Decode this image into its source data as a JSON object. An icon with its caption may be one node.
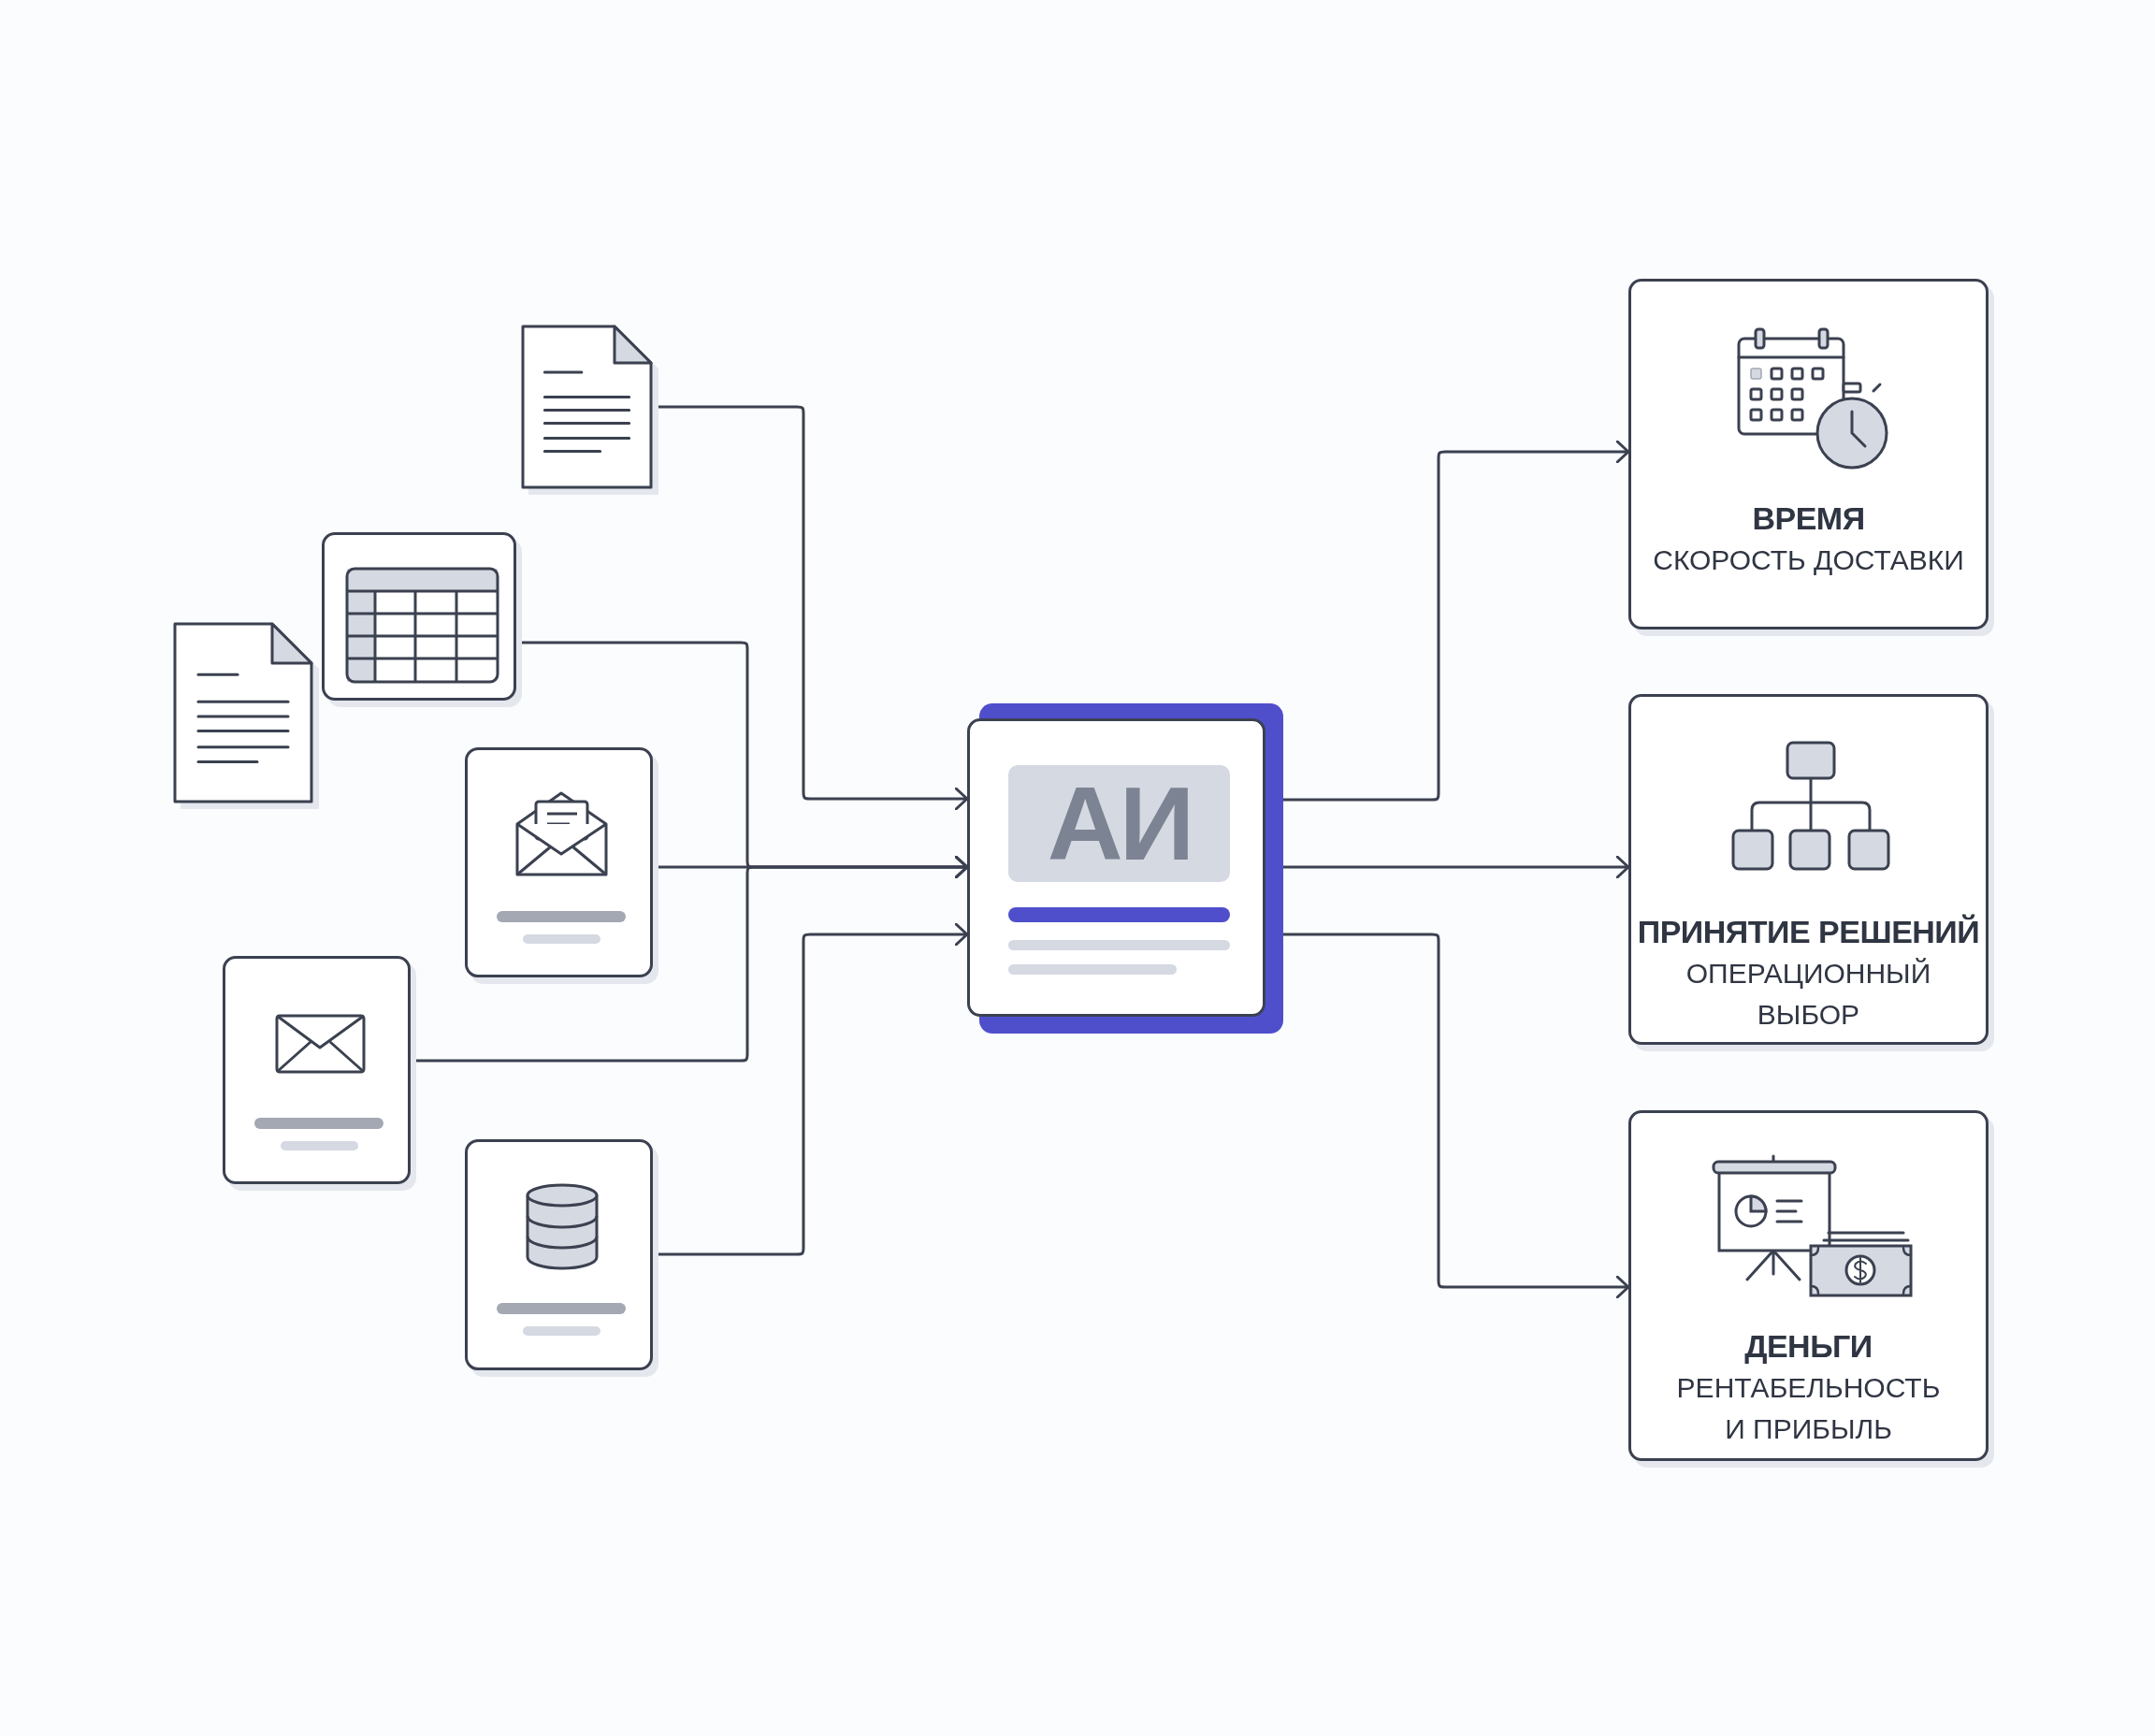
{
  "diagram": {
    "nodes": [
      {
        "text": [],
        "shape": "document"
      },
      {
        "text": [],
        "shape": "box"
      },
      {
        "text": [],
        "shape": "document"
      },
      {
        "text": [],
        "shape": "box"
      },
      {
        "text": [],
        "shape": "box"
      },
      {
        "text": [],
        "shape": "box"
      },
      {
        "text": [
          "АИ"
        ]
      },
      {
        "text": [
          "ВРЕМЯ",
          "СКОРОСТЬ ДОСТАВКИ"
        ]
      },
      {
        "text": [
          "ПРИНЯТИЕ РЕШЕНИЙ",
          "ОПЕРАЦИОННЫЙ ВЫБОР"
        ]
      },
      {
        "text": [
          "ДЕНЬГИ",
          "РЕНТАБЕЛЬНОСТЬ И ПРИБЫЛЬ"
        ]
      }
    ],
    "edges": [
      {
        "from": 0,
        "to": 6,
        "arrow": "to"
      },
      {
        "from": 1,
        "to": 6,
        "arrow": "to"
      },
      {
        "from": 3,
        "to": 6,
        "arrow": "to"
      },
      {
        "from": 4,
        "to": 6,
        "arrow": "to"
      },
      {
        "from": 5,
        "to": 6,
        "arrow": "to"
      },
      {
        "from": 6,
        "to": 7,
        "arrow": "to"
      },
      {
        "from": 6,
        "to": 8,
        "arrow": "to"
      },
      {
        "from": 6,
        "to": 9,
        "arrow": "to"
      }
    ]
  }
}
